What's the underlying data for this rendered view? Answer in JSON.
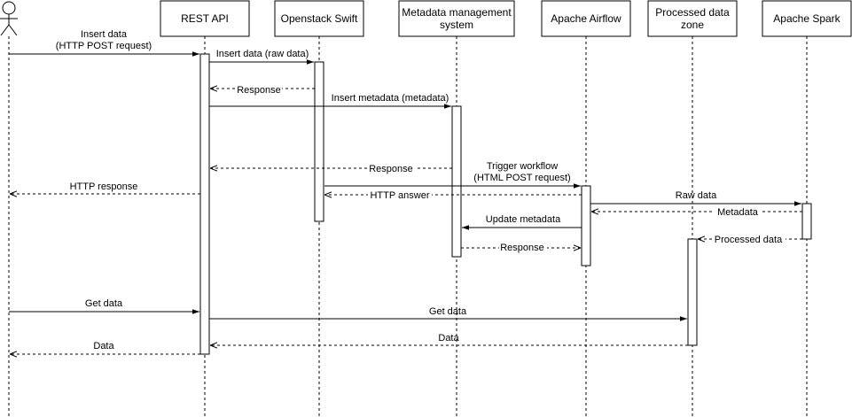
{
  "actor": {
    "name": ""
  },
  "participants": [
    {
      "id": "api",
      "label": [
        "REST API"
      ]
    },
    {
      "id": "swift",
      "label": [
        "Openstack Swift"
      ]
    },
    {
      "id": "meta",
      "label": [
        "Metadata management",
        "system"
      ]
    },
    {
      "id": "airflow",
      "label": [
        "Apache Airflow"
      ]
    },
    {
      "id": "pdz",
      "label": [
        "Processed data",
        "zone"
      ]
    },
    {
      "id": "spark",
      "label": [
        "Apache Spark"
      ]
    }
  ],
  "messages": [
    {
      "id": "m1",
      "label": [
        "Insert data",
        "(HTTP POST request)"
      ],
      "from": "user",
      "to": "api",
      "style": "solid"
    },
    {
      "id": "m2",
      "label": [
        "Insert data (raw data)"
      ],
      "from": "api",
      "to": "swift",
      "style": "solid"
    },
    {
      "id": "m3",
      "label": [
        "Response"
      ],
      "from": "swift",
      "to": "api",
      "style": "dashed"
    },
    {
      "id": "m4",
      "label": [
        "Insert metadata (metadata)"
      ],
      "from": "api",
      "to": "meta",
      "style": "solid"
    },
    {
      "id": "m5",
      "label": [
        "Response"
      ],
      "from": "meta",
      "to": "api",
      "style": "dashed"
    },
    {
      "id": "m6",
      "label": [
        "Trigger workflow",
        "(HTML POST request)"
      ],
      "from": "swift",
      "to": "airflow",
      "style": "solid"
    },
    {
      "id": "m7",
      "label": [
        "HTTP response"
      ],
      "from": "api",
      "to": "user",
      "style": "dashed"
    },
    {
      "id": "m8",
      "label": [
        "HTTP answer"
      ],
      "from": "airflow",
      "to": "swift",
      "style": "dashed"
    },
    {
      "id": "m9",
      "label": [
        "Raw data"
      ],
      "from": "airflow",
      "to": "spark",
      "style": "solid"
    },
    {
      "id": "m10",
      "label": [
        "Metadata"
      ],
      "from": "spark",
      "to": "airflow",
      "style": "dashed"
    },
    {
      "id": "m11",
      "label": [
        "Update metadata"
      ],
      "from": "airflow",
      "to": "meta",
      "style": "solid"
    },
    {
      "id": "m12",
      "label": [
        "Processed data"
      ],
      "from": "spark",
      "to": "pdz",
      "style": "dashed"
    },
    {
      "id": "m13",
      "label": [
        "Response"
      ],
      "from": "meta",
      "to": "airflow",
      "style": "dashed"
    },
    {
      "id": "m14",
      "label": [
        "Get data"
      ],
      "from": "user",
      "to": "api",
      "style": "solid"
    },
    {
      "id": "m15",
      "label": [
        "Get data"
      ],
      "from": "api",
      "to": "pdz",
      "style": "solid"
    },
    {
      "id": "m16",
      "label": [
        "Data"
      ],
      "from": "pdz",
      "to": "api",
      "style": "dashed"
    },
    {
      "id": "m17",
      "label": [
        "Data"
      ],
      "from": "api",
      "to": "user",
      "style": "dashed"
    }
  ]
}
